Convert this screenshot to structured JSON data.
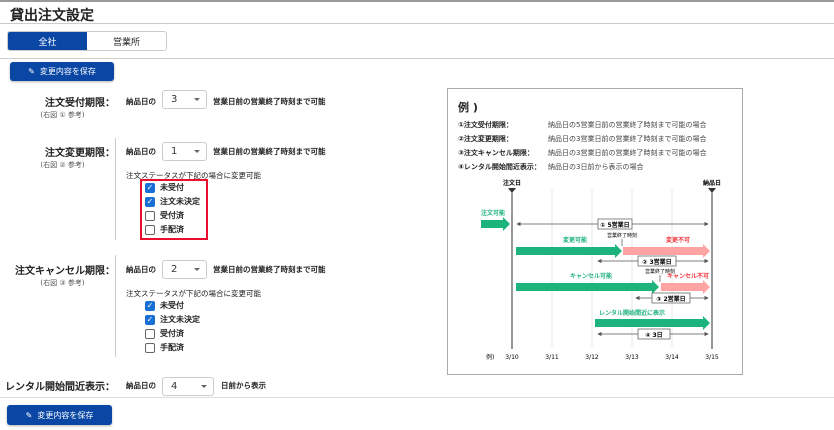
{
  "title": "貸出注文設定",
  "tabs": [
    {
      "label": "全社",
      "active": true
    },
    {
      "label": "営業所",
      "active": false
    }
  ],
  "save_label": "変更内容を保存",
  "sections": {
    "accept": {
      "label": "注文受付期限：",
      "ref": "(右図 ① 参考)",
      "prefix": "納品日の",
      "value": "3",
      "suffix": "営業日前の営業終了時刻まで可能"
    },
    "change": {
      "label": "注文変更期限：",
      "ref": "(右図 ② 参考)",
      "prefix": "納品日の",
      "value": "1",
      "suffix": "営業日前の営業終了時刻まで可能",
      "status_caption": "注文ステータスが下記の場合に変更可能",
      "statuses": [
        {
          "label": "未受付",
          "checked": true
        },
        {
          "label": "注文未決定",
          "checked": true
        },
        {
          "label": "受付済",
          "checked": false
        },
        {
          "label": "手配済",
          "checked": false
        }
      ]
    },
    "cancel": {
      "label": "注文キャンセル期限：",
      "ref": "(右図 ③ 参考)",
      "prefix": "納品日の",
      "value": "2",
      "suffix": "営業日前の営業終了時刻まで可能",
      "status_caption": "注文ステータスが下記の場合に変更可能",
      "statuses": [
        {
          "label": "未受付",
          "checked": true
        },
        {
          "label": "注文未決定",
          "checked": true
        },
        {
          "label": "受付済",
          "checked": false
        },
        {
          "label": "手配済",
          "checked": false
        }
      ]
    },
    "rental": {
      "label": "レンタル開始間近表示：",
      "prefix": "納品日の",
      "value": "4",
      "suffix": "日前から表示"
    }
  },
  "example": {
    "title": "例 )",
    "rows": [
      {
        "key": "①注文受付期限：",
        "value": "納品日の5営業日前の営業終了時刻まで可能の場合"
      },
      {
        "key": "②注文変更期限：",
        "value": "納品日の3営業日前の営業終了時刻まで可能の場合"
      },
      {
        "key": "③注文キャンセル期限：",
        "value": "納品日の3営業日前の営業終了時刻まで可能の場合"
      },
      {
        "key": "④レンタル開始間近表示：",
        "value": "納品日の3日前から表示の場合"
      }
    ],
    "order_day": "注文日",
    "delivery_day": "納品日",
    "order_ok": "注文可能",
    "range1": "① 5営業日",
    "change_ok": "変更可能",
    "change_ng": "変更不可",
    "close_time": "営業終了時刻",
    "range2": "② 3営業日",
    "cancel_ok": "キャンセル可能",
    "cancel_ng": "キャンセル不可",
    "range3": "③ 2営業日",
    "rental_show": "レンタル開始間近に表示",
    "range4": "④ 3日",
    "axis_prefix": "例)",
    "dates": [
      "3/10",
      "3/11",
      "3/12",
      "3/13",
      "3/14",
      "3/15"
    ],
    "colors": {
      "green": "#1db37c",
      "pink": "#ffa3a3",
      "red": "#f0363e"
    }
  }
}
